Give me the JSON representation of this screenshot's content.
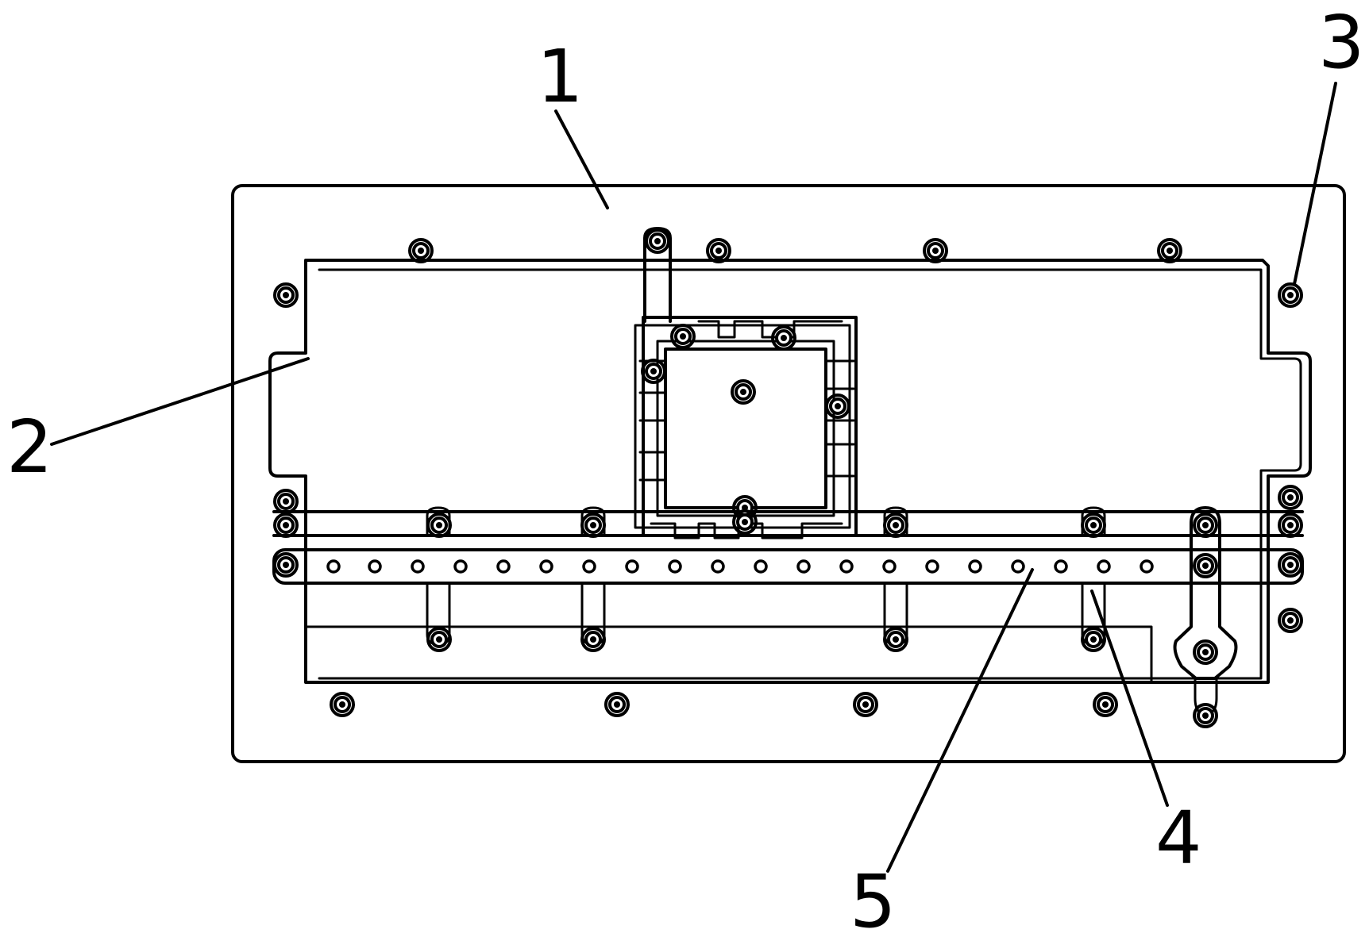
{
  "diagram": {
    "callouts": [
      {
        "id": "callout-1",
        "label": "1"
      },
      {
        "id": "callout-2",
        "label": "2"
      },
      {
        "id": "callout-3",
        "label": "3"
      },
      {
        "id": "callout-4",
        "label": "4"
      },
      {
        "id": "callout-5",
        "label": "5"
      }
    ],
    "colors": {
      "line": "#000000",
      "background": "#ffffff"
    }
  }
}
